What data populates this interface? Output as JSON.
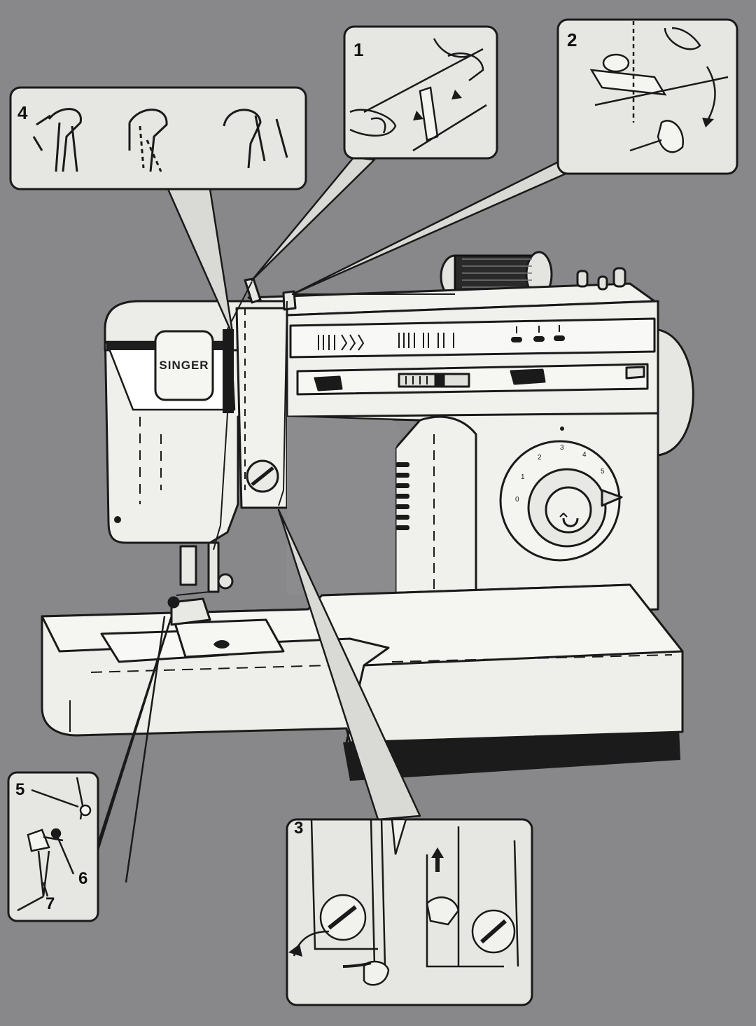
{
  "brand_label": "SINGER",
  "panel_labels": {
    "step1": "1",
    "step2": "2",
    "step3": "3",
    "step4": "4"
  },
  "detail_labels": {
    "point5": "5",
    "point6": "6",
    "point7": "7"
  },
  "dial_numbers": [
    "0",
    "1",
    "2",
    "3",
    "4",
    "5"
  ],
  "colors": {
    "background": "#8c8c8e",
    "panel": "#ececea",
    "machine": "#efefec",
    "ink": "#1a1a1a"
  }
}
